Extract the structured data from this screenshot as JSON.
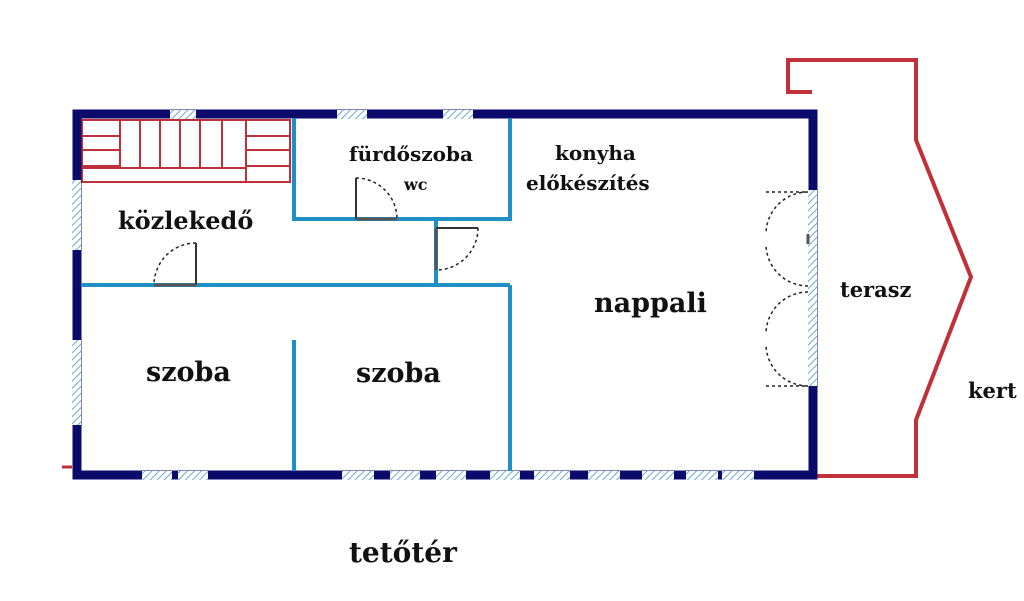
{
  "rooms": {
    "kozlekedo": "közlekedő",
    "furdoszoba": "fürdőszoba",
    "wc": "wc",
    "konyha": "konyha",
    "elokeszites": "előkészítés",
    "nappali": "nappali",
    "szoba1": "szoba",
    "szoba2": "szoba",
    "terasz": "terasz",
    "kert": "kert"
  },
  "floor_label": "tetőtér",
  "colors": {
    "outer_wall": "#0b0b6b",
    "inner_wall": "#1f8fc4",
    "terrace_outline": "#c0303a",
    "window": "#6aa8d8",
    "door_arc": "#222222",
    "stairs": "#c0303a"
  }
}
